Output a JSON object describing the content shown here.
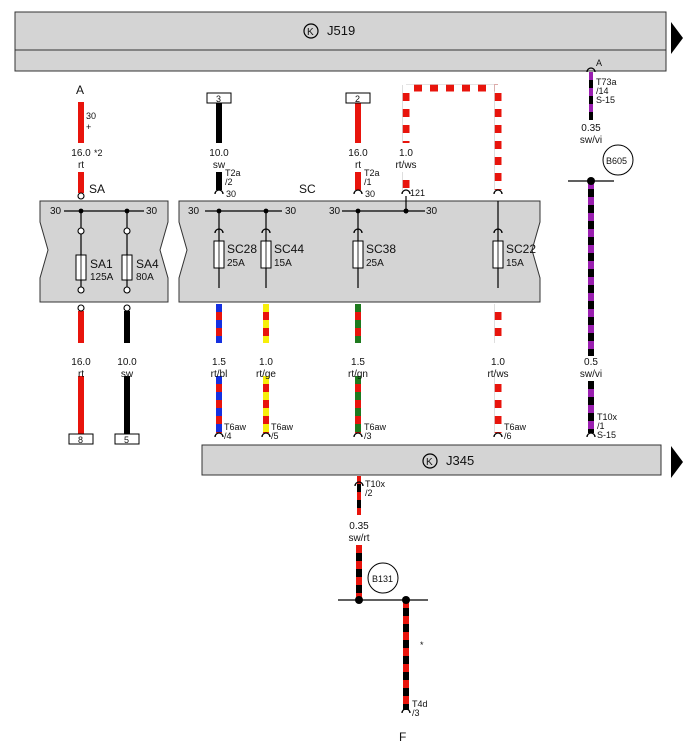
{
  "modules": {
    "j519": {
      "label": "J519",
      "icon": "control-unit-icon"
    },
    "j345": {
      "label": "J345",
      "icon": "control-unit-icon"
    }
  },
  "labels": {
    "A": "A",
    "F": "F",
    "SA": "SA",
    "SC": "SC",
    "terminal_30": "30",
    "plus": "+",
    "star2": "*2",
    "star": "*",
    "a_small": "A",
    "pin121": "121"
  },
  "fuses": [
    {
      "name": "SA1",
      "amps": "125A"
    },
    {
      "name": "SA4",
      "amps": "80A"
    },
    {
      "name": "SC28",
      "amps": "25A"
    },
    {
      "name": "SC44",
      "amps": "15A"
    },
    {
      "name": "SC38",
      "amps": "25A"
    },
    {
      "name": "SC22",
      "amps": "15A"
    }
  ],
  "wires": {
    "a_in": {
      "size": "16.0",
      "color": "rt"
    },
    "sa1_out": {
      "size": "16.0",
      "color": "rt"
    },
    "sa4_out": {
      "size": "10.0",
      "color": "sw"
    },
    "sc_in_3": {
      "size": "10.0",
      "color": "sw"
    },
    "sc_in_2": {
      "size": "16.0",
      "color": "rt"
    },
    "sc_in_ws": {
      "size": "1.0",
      "color": "rt/ws"
    },
    "b605_in": {
      "size": "0.35",
      "color": "sw/vi"
    },
    "sc28_out": {
      "size": "1.5",
      "color": "rt/bl"
    },
    "sc44_out": {
      "size": "1.0",
      "color": "rt/ge"
    },
    "sc38_out": {
      "size": "1.5",
      "color": "rt/gn"
    },
    "sc22_out": {
      "size": "1.0",
      "color": "rt/ws"
    },
    "b605_out": {
      "size": "0.5",
      "color": "sw/vi"
    },
    "j345_out": {
      "size": "0.35",
      "color": "sw/rt"
    }
  },
  "connectors": {
    "t2a_2": "T2a\n/2",
    "t2a_1": "T2a\n/1",
    "t73a": "T73a\n/14\nS-15",
    "t10x_1": "T10x\n/1\nS-15",
    "t10x_2": "T10x\n/2",
    "t4d_3": "T4d\n/3",
    "t6aw_4": "T6aw\n/4",
    "t6aw_5": "T6aw\n/5",
    "t6aw_3": "T6aw\n/3",
    "t6aw_6": "T6aw\n/6"
  },
  "boxes": {
    "box3": "3",
    "box2": "2",
    "box8": "8",
    "box5": "5"
  },
  "splices": {
    "b605": "B605",
    "b131": "B131"
  },
  "colors": {
    "rt": "#e8140c",
    "sw": "#000000",
    "ws": "#ffffff",
    "bl": "#1530e0",
    "ge": "#f7ef0a",
    "gn": "#1e7a1e",
    "vi": "#9a1fb0",
    "module_fill": "#d4d4d4",
    "module_stroke": "#333333"
  }
}
